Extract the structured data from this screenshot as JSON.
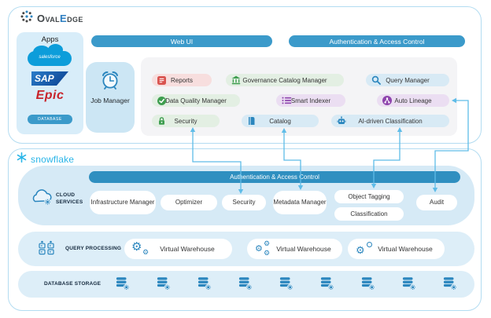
{
  "colors": {
    "brand_bar_blue": "#3B9ACA",
    "snowflake_bar_blue": "#2F8FC0",
    "snowflake_brand_blue": "#29B5E8",
    "connector_blue": "#5FBCE8",
    "icon_blue": "#2B86BE",
    "icon_green": "#3E9E4F",
    "icon_red": "#D9534F",
    "icon_purple": "#8E44AD"
  },
  "ovaledge": {
    "brand": {
      "part1": "Oval",
      "accent": "E",
      "part2": "dge"
    },
    "apps_panel": {
      "title": "Apps",
      "logos": [
        {
          "name": "salesforce",
          "label": "salesforce"
        },
        {
          "name": "sap",
          "label": "SAP"
        },
        {
          "name": "epic",
          "label": "Epic"
        },
        {
          "name": "database",
          "label": "DATABASE"
        }
      ]
    },
    "web_ui_label": "Web UI",
    "auth_label": "Authentication & Access Control",
    "job_manager_label": "Job Manager",
    "modules": [
      {
        "label": "Reports",
        "icon": "report-icon",
        "color": "pink"
      },
      {
        "label": "Governance Catalog Manager",
        "icon": "bank-icon",
        "color": "green"
      },
      {
        "label": "Query Manager",
        "icon": "search-icon",
        "color": "blue"
      },
      {
        "label": "Data Quality Manager",
        "icon": "check-circle-icon",
        "color": "green"
      },
      {
        "label": "Smart Indexer",
        "icon": "list-icon",
        "color": "purple"
      },
      {
        "label": "Auto Lineage",
        "icon": "lineage-icon",
        "color": "purple"
      },
      {
        "label": "Security",
        "icon": "lock-icon",
        "color": "green"
      },
      {
        "label": "Catalog",
        "icon": "book-icon",
        "color": "blue"
      },
      {
        "label": "AI-driven Classification",
        "icon": "robot-icon",
        "color": "blue"
      }
    ]
  },
  "snowflake": {
    "brand": "snowflake",
    "auth_label": "Authentication & Access Control",
    "cloud_services": {
      "label": "CLOUD SERVICES",
      "items": [
        "Infrastructure Manager",
        "Optimizer",
        "Security",
        "Metadata Manager",
        "Object Tagging",
        "Classification",
        "Audit"
      ]
    },
    "query_processing": {
      "label": "QUERY PROCESSING",
      "warehouses": [
        {
          "label": "Virtual Warehouse"
        },
        {
          "label": "Virtual Warehouse"
        },
        {
          "label": "Virtual Warehouse"
        }
      ]
    },
    "database_storage": {
      "label": "DATABASE STORAGE",
      "icon_count": 9
    }
  }
}
